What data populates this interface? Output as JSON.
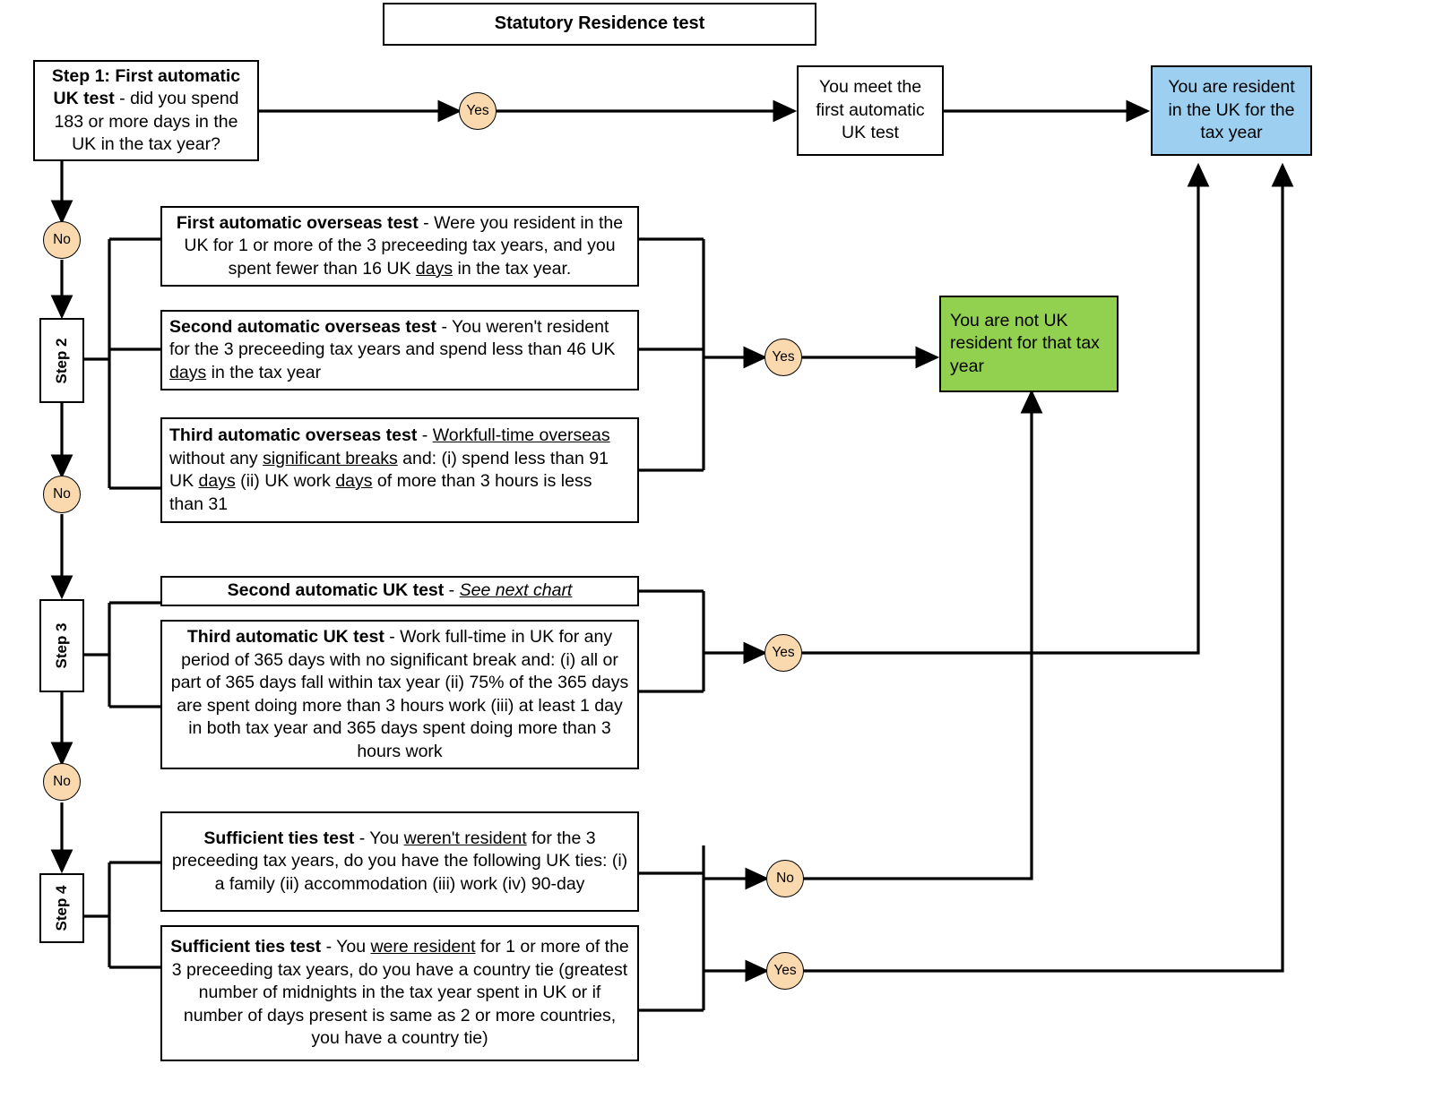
{
  "title": {
    "text": "Statutory Residence test"
  },
  "steps": {
    "step2": "Step 2",
    "step3": "Step 3",
    "step4": "Step 4"
  },
  "boxes": {
    "step1": {
      "bold": "Step 1: First automatic UK test",
      "rest": " - did you spend 183 or more days in the UK in the tax year?"
    },
    "meet_first_uk": {
      "text": "You meet the first automatic UK test"
    },
    "resident_blue": {
      "text": "You are resident in the UK for the tax year"
    },
    "not_resident_green": {
      "text": "You are not UK resident for that tax year"
    },
    "overseas1": {
      "bold": "First automatic overseas test",
      "p1": " - Were you resident in the UK for 1 or more of the 3 preceeding tax years, and you spent fewer than 16 UK ",
      "u1": "days",
      "p2": " in the tax year."
    },
    "overseas2": {
      "bold": "Second automatic overseas test",
      "p1": " - You weren't resident for the 3 preceeding tax years and spend less than 46 UK ",
      "u1": "days",
      "p2": " in the tax  year"
    },
    "overseas3": {
      "bold": "Third automatic overseas test",
      "p1": " - ",
      "u1": "Workfull-time overseas",
      "p2": " without any ",
      "u2": "significant breaks",
      "p3": " and: (i) spend less than 91 UK ",
      "u3": "days",
      "p4": " (ii) UK work ",
      "u4": "days",
      "p5": " of more than 3 hours is less than 31"
    },
    "uk2": {
      "bold": "Second automatic UK test",
      "p1": " - ",
      "i1": "See next chart"
    },
    "uk3": {
      "bold": "Third automatic UK test",
      "p1": " - Work full-time in UK for any period of 365 days with no significant break and: (i) all or part of 365 days fall within tax year (ii) 75% of the 365 days are spent doing more than 3 hours work (iii) at least 1 day in both tax year and 365 days spent doing more than 3 hours work"
    },
    "ties1": {
      "bold": "Sufficient ties test",
      "p1": " -  You ",
      "u1": "weren't resident",
      "p2": " for the 3 preceeding tax years, do you have the following UK ties: (i) a family (ii) accommodation (iii) work (iv) 90-day"
    },
    "ties2": {
      "bold": "Sufficient ties test",
      "p1": " -  You ",
      "u1": "were resident",
      "p2": " for 1 or more of the 3 preceeding tax years, do you have a country tie (greatest number of midnights in the tax year spent in UK or if number of days present is same as 2 or more countries, you have a country tie)"
    }
  },
  "decisions": {
    "step1_yes": "Yes",
    "step1_no": "No",
    "step2_no": "No",
    "overseas_yes": "Yes",
    "step3_no": "No",
    "uk_yes": "Yes",
    "ties_no": "No",
    "ties_yes": "Yes"
  },
  "colors": {
    "resident": "#9CCFF0",
    "not_resident": "#92D050",
    "decision": "#FAD9AE",
    "stroke": "#000000"
  }
}
